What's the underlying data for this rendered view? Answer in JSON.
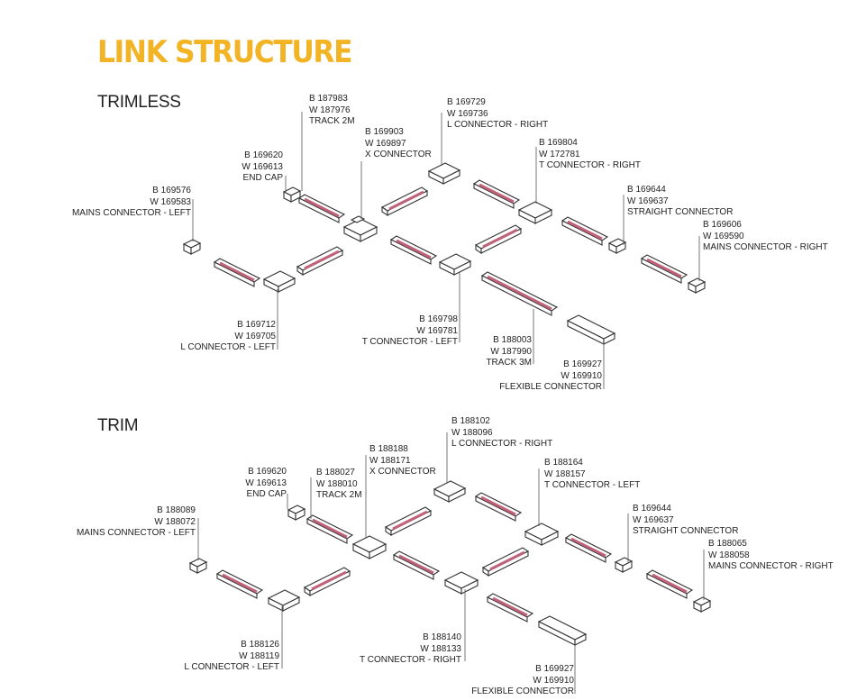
{
  "title": "LINK STRUCTURE",
  "sections": {
    "trimless": {
      "heading": "TRIMLESS",
      "labels": [
        {
          "lines": [
            "B 187983",
            "W 187976",
            "TRACK 2M"
          ]
        },
        {
          "lines": [
            "B 169729",
            "W 169736",
            "L CONNECTOR - RIGHT"
          ]
        },
        {
          "lines": [
            "B 169903",
            "W 169897",
            "X CONNECTOR"
          ]
        },
        {
          "lines": [
            "B 169804",
            "W 172781",
            "T CONNECTOR - RIGHT"
          ]
        },
        {
          "lines": [
            "B 169620",
            "W 169613",
            "END CAP"
          ]
        },
        {
          "lines": [
            "B 169644",
            "W 169637",
            "STRAIGHT CONNECTOR"
          ]
        },
        {
          "lines": [
            "B 169576",
            "W 169583",
            "MAINS CONNECTOR - LEFT"
          ]
        },
        {
          "lines": [
            "B 169606",
            "W 169590",
            "MAINS CONNECTOR - RIGHT"
          ]
        },
        {
          "lines": [
            "B 169712",
            "W 169705",
            "L CONNECTOR - LEFT"
          ]
        },
        {
          "lines": [
            "B 169798",
            "W 169781",
            "T CONNECTOR - LEFT"
          ]
        },
        {
          "lines": [
            "B 188003",
            "W 187990",
            "TRACK 3M"
          ]
        },
        {
          "lines": [
            "B 169927",
            "W 169910",
            "FLEXIBLE CONNECTOR"
          ]
        }
      ]
    },
    "trim": {
      "heading": "TRIM",
      "labels": [
        {
          "lines": [
            "B 188102",
            "W 188096",
            "L CONNECTOR - RIGHT"
          ]
        },
        {
          "lines": [
            "B 188188",
            "W 188171",
            "X CONNECTOR"
          ]
        },
        {
          "lines": [
            "B 169620",
            "W 169613",
            "END CAP"
          ]
        },
        {
          "lines": [
            "B 188027",
            "W 188010",
            "TRACK 2M"
          ]
        },
        {
          "lines": [
            "B 188164",
            "W 188157",
            "T CONNECTOR - LEFT"
          ]
        },
        {
          "lines": [
            "B 188089",
            "W 188072",
            "MAINS CONNECTOR - LEFT"
          ]
        },
        {
          "lines": [
            "B 169644",
            "W 169637",
            "STRAIGHT CONNECTOR"
          ]
        },
        {
          "lines": [
            "B 188065",
            "W 188058",
            "MAINS CONNECTOR - RIGHT"
          ]
        },
        {
          "lines": [
            "B 188126",
            "W 188119",
            "L CONNECTOR - LEFT"
          ]
        },
        {
          "lines": [
            "B 188140",
            "W 188133",
            "T CONNECTOR - RIGHT"
          ]
        },
        {
          "lines": [
            "B 169927",
            "W 169910",
            "FLEXIBLE CONNECTOR"
          ]
        }
      ]
    }
  },
  "colors": {
    "title": "#f2b324",
    "led_strip": "#c0627a",
    "line": "#333333"
  }
}
